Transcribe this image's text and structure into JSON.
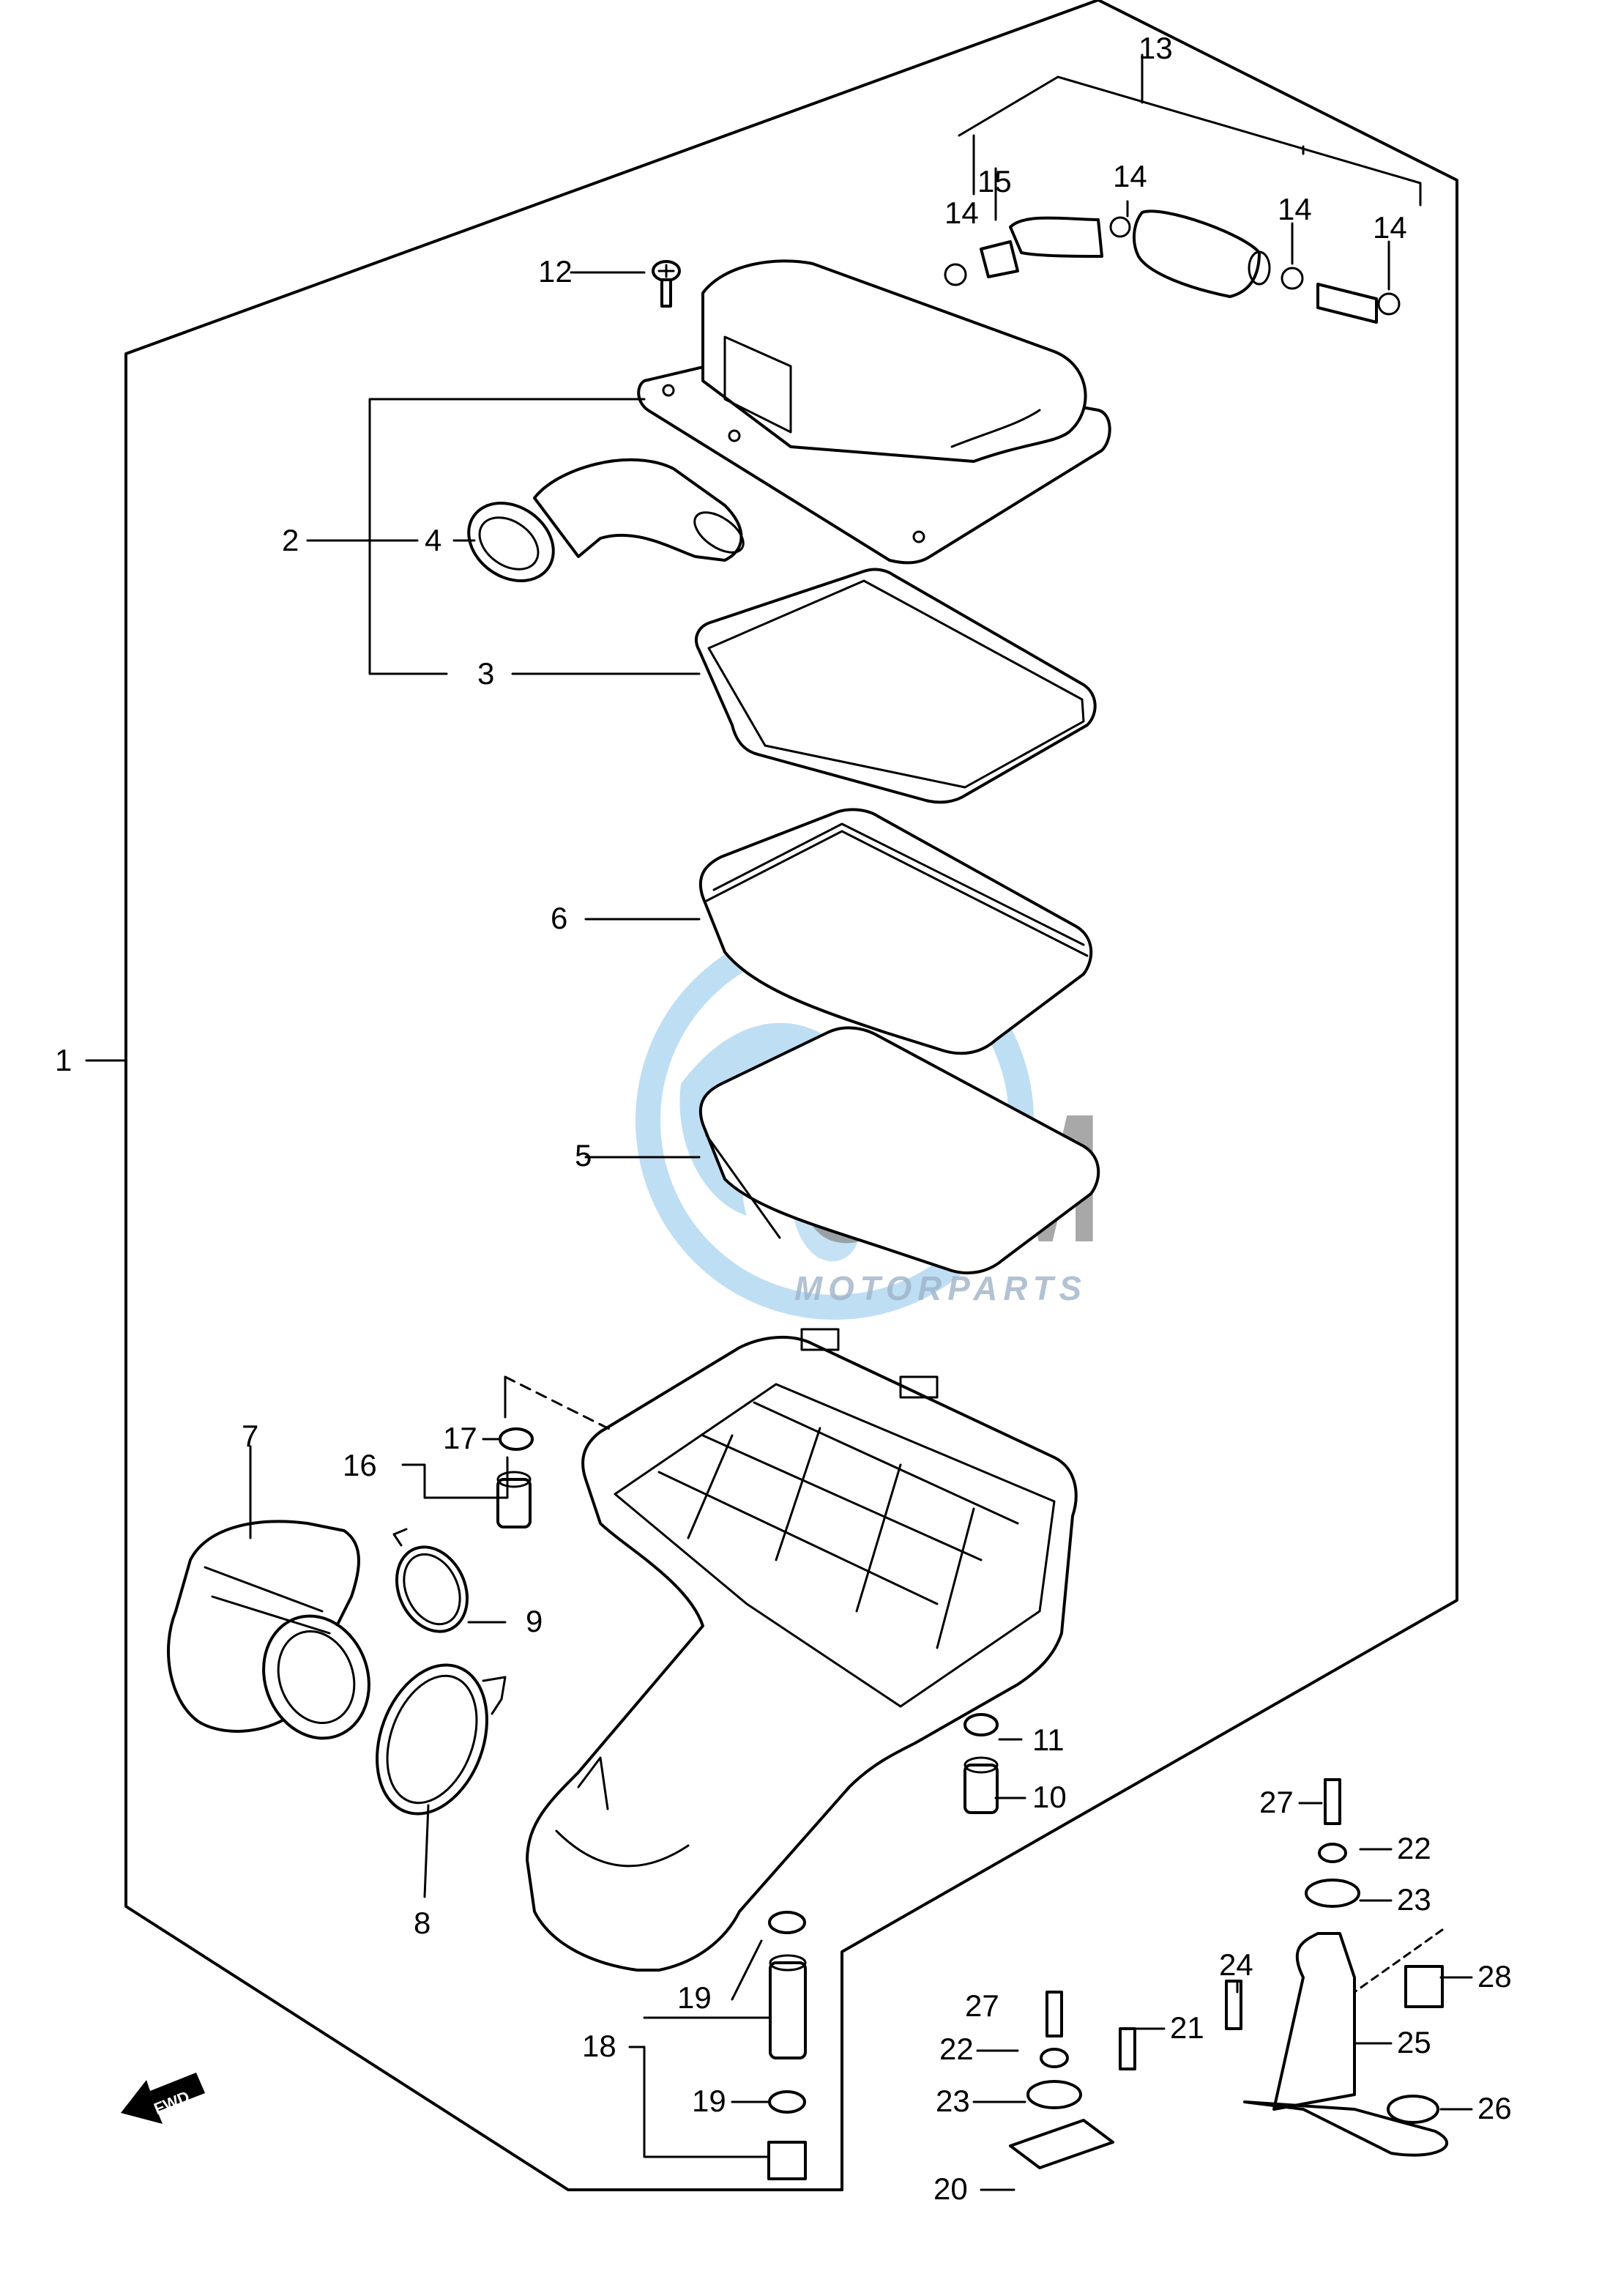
{
  "watermark": {
    "brand": "OSM",
    "sub": "MOTORPARTS",
    "colors": {
      "globe": "#6fb6e6",
      "text": "#8c8c8c",
      "sub": "#9fb4c8"
    }
  },
  "direction_marker": {
    "label": "FWD",
    "icon": "forward-arrow-icon"
  },
  "callouts": {
    "c1": "1",
    "c2": "2",
    "c3": "3",
    "c4": "4",
    "c5": "5",
    "c6": "6",
    "c7": "7",
    "c8": "8",
    "c9": "9",
    "c10": "10",
    "c11": "11",
    "c12": "12",
    "c13": "13",
    "c14a": "14",
    "c14b": "14",
    "c14c": "14",
    "c14d": "14",
    "c15": "15",
    "c16": "16",
    "c17": "17",
    "c18": "18",
    "c19a": "19",
    "c19b": "19",
    "c20": "20",
    "c21": "21",
    "c22a": "22",
    "c22b": "22",
    "c23a": "23",
    "c23b": "23",
    "c24": "24",
    "c25": "25",
    "c26": "26",
    "c27a": "27",
    "c27b": "27",
    "c28": "28"
  }
}
